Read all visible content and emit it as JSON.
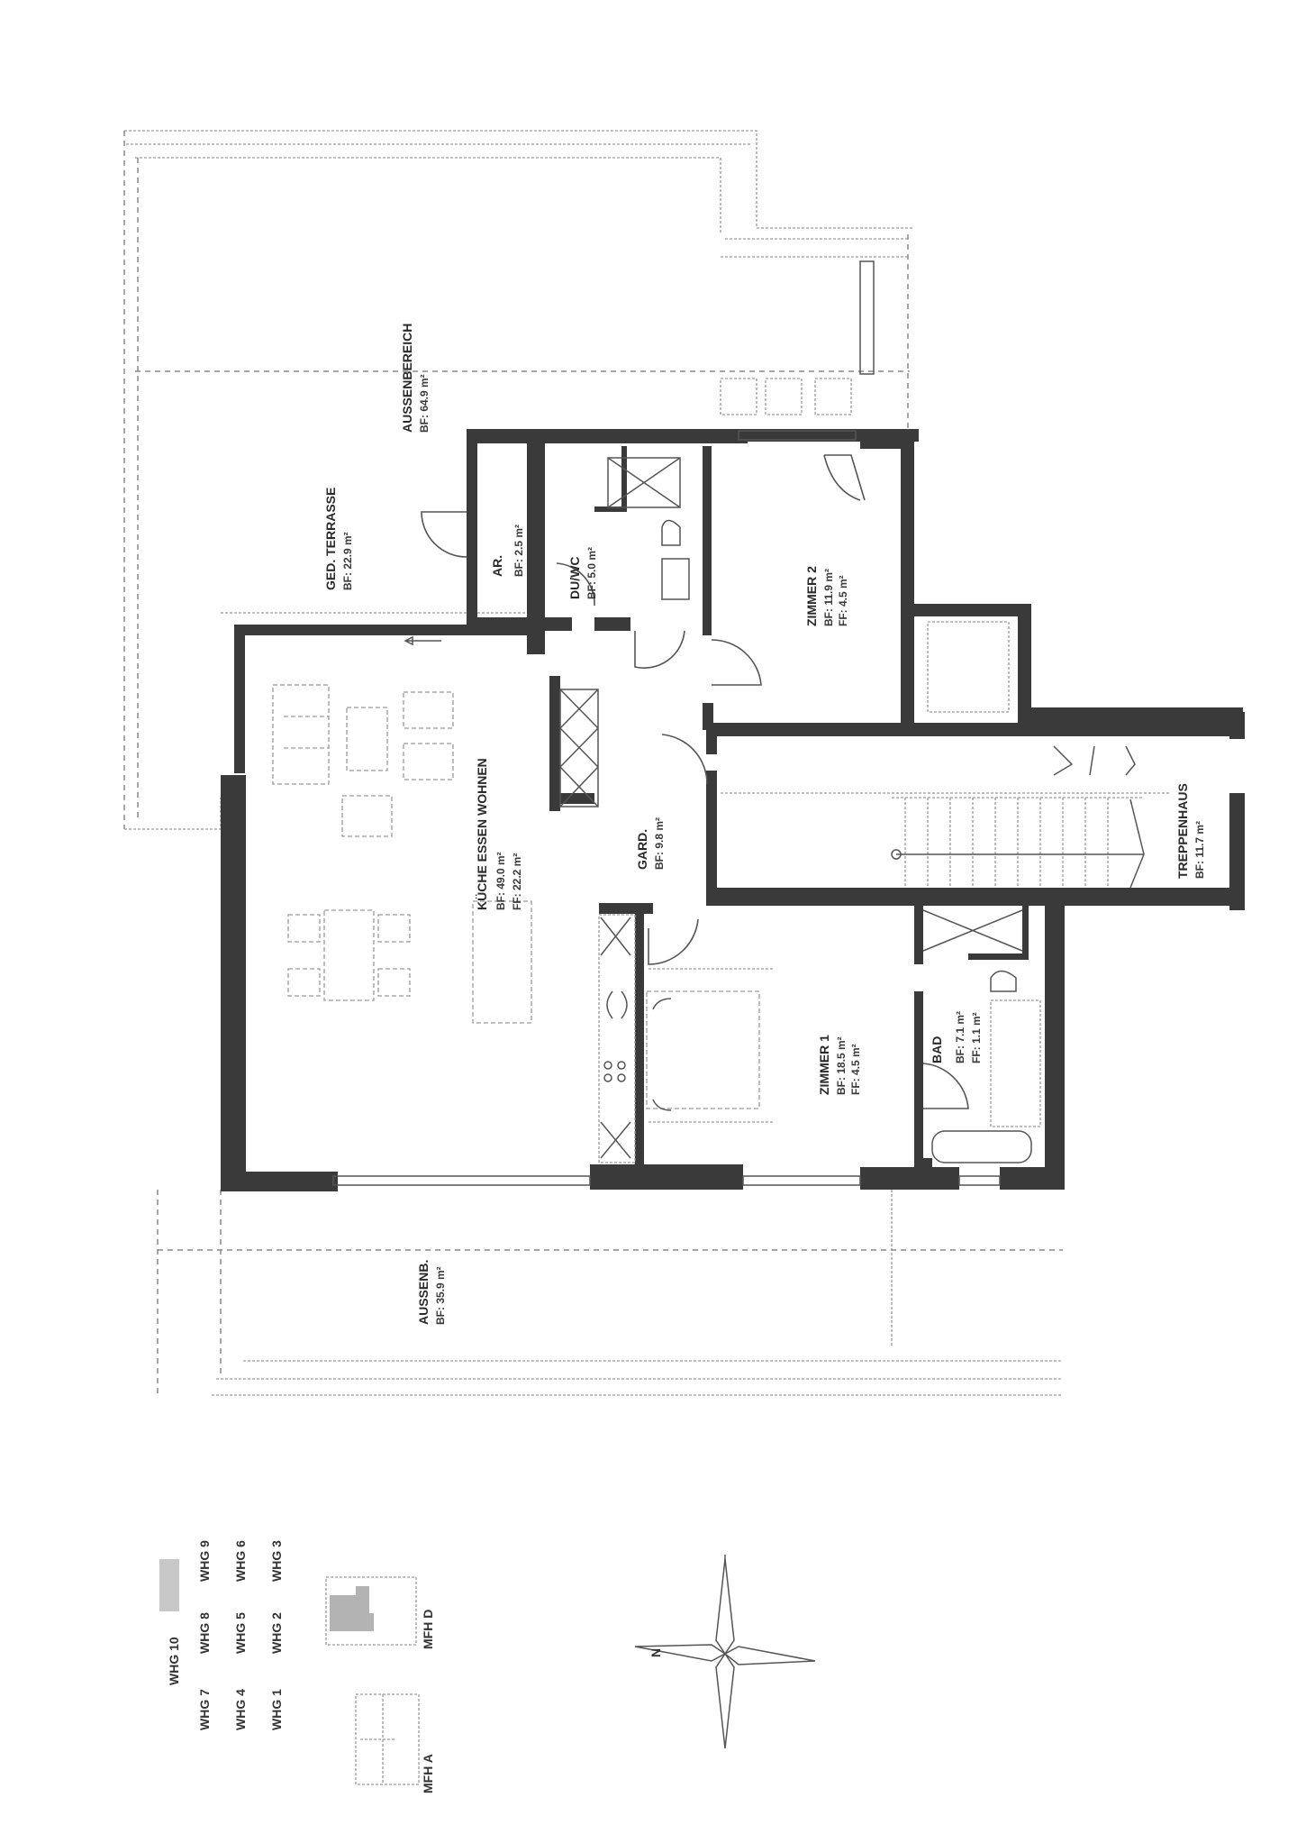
{
  "plan": {
    "orientation": "rotated 90° (text reads bottom-to-top)",
    "rooms": [
      {
        "id": "aussenbereich",
        "name": "AUSSENBEREICH",
        "bf": "BF: 64.9 m²"
      },
      {
        "id": "ged_terrasse",
        "name": "GED. TERRASSE",
        "bf": "BF: 22.9 m²"
      },
      {
        "id": "ar",
        "name": "AR.",
        "bf": "BF: 2.5 m²"
      },
      {
        "id": "du_wc",
        "name": "DU/WC",
        "bf": "BF: 5.0 m²"
      },
      {
        "id": "zimmer2",
        "name": "ZIMMER 2",
        "bf": "BF: 11.9 m²",
        "ff": "FF: 4.5 m²"
      },
      {
        "id": "kueche",
        "name": "KÜCHE ESSEN WOHNEN",
        "bf": "BF: 49.0 m²",
        "ff": "FF: 22.2 m²"
      },
      {
        "id": "gard",
        "name": "GARD.",
        "bf": "BF: 9.8 m²"
      },
      {
        "id": "treppenhaus",
        "name": "TREPPENHAUS",
        "bf": "BF: 11.7 m²"
      },
      {
        "id": "zimmer1",
        "name": "ZIMMER 1",
        "bf": "BF: 18.5 m²",
        "ff": "FF: 4.5 m²"
      },
      {
        "id": "bad",
        "name": "BAD",
        "bf": "BF: 7.1 m²",
        "ff": "FF: 1.1 m²"
      },
      {
        "id": "aussenb",
        "name": "AUSSENB.",
        "bf": "BF: 35.9 m²"
      }
    ]
  },
  "legend": {
    "units": {
      "row_top": [
        "WHG 10",
        "",
        ""
      ],
      "col1": [
        "WHG 7",
        "WHG 4",
        "WHG 1"
      ],
      "col2": [
        "WHG 8",
        "WHG 5",
        "WHG 2"
      ],
      "col3": [
        "WHG 9",
        "WHG 6",
        "WHG 3"
      ],
      "highlighted": "WHG 10"
    },
    "buildings": [
      "MFH D",
      "MFH A"
    ]
  },
  "compass": {
    "label": "N"
  },
  "colors": {
    "wall": "#3a3a3a",
    "highlight": "#9a9a9a",
    "paper": "#ffffff"
  }
}
